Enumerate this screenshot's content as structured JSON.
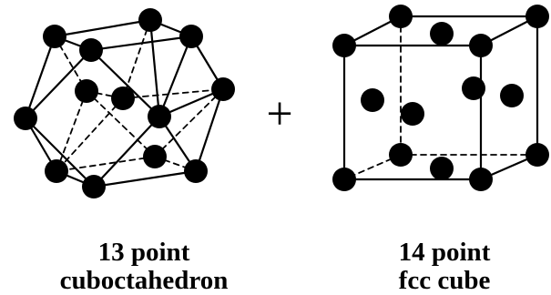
{
  "figure": {
    "left": {
      "line1": "13 point",
      "line2": "cuboctahedron"
    },
    "operator": "+",
    "right": {
      "line1": "14 point",
      "line2": "fcc cube"
    }
  },
  "colors": {
    "ink": "#000000",
    "background": "#ffffff"
  }
}
